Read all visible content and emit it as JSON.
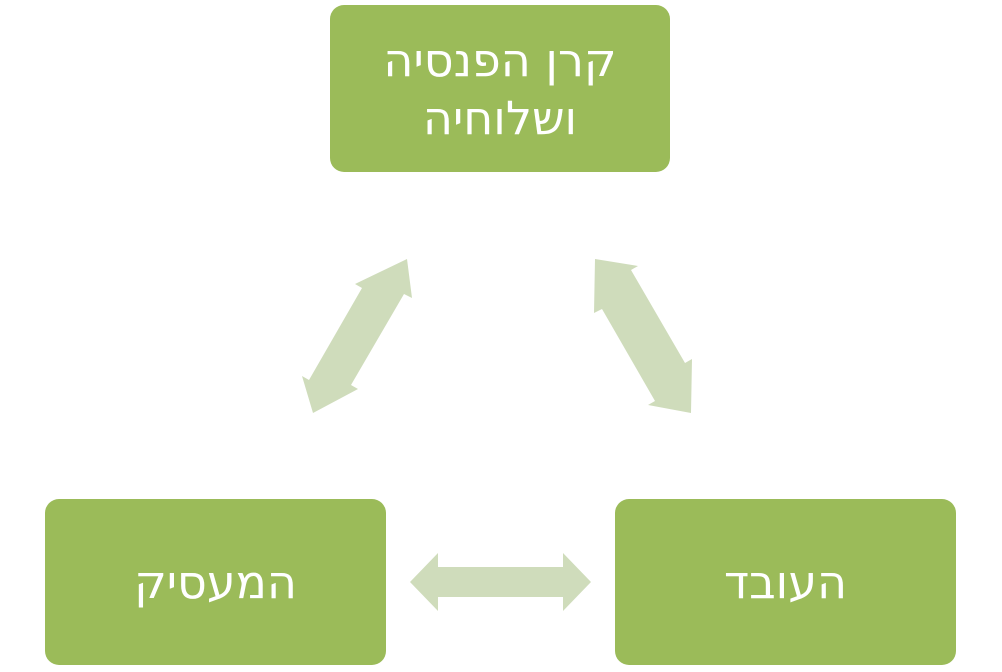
{
  "diagram": {
    "nodes": [
      {
        "id": "pension-fund",
        "label": "קרן הפנסיה\nושלוחיה"
      },
      {
        "id": "employer",
        "label": "המעסיק"
      },
      {
        "id": "employee",
        "label": "העובד"
      }
    ],
    "edges": [
      {
        "from": "pension-fund",
        "to": "employer",
        "type": "bidirectional"
      },
      {
        "from": "pension-fund",
        "to": "employee",
        "type": "bidirectional"
      },
      {
        "from": "employer",
        "to": "employee",
        "type": "bidirectional"
      }
    ]
  },
  "colors": {
    "node_fill": "#9bbb59",
    "node_text": "#ffffff",
    "arrow_fill": "#cfdcbb"
  }
}
